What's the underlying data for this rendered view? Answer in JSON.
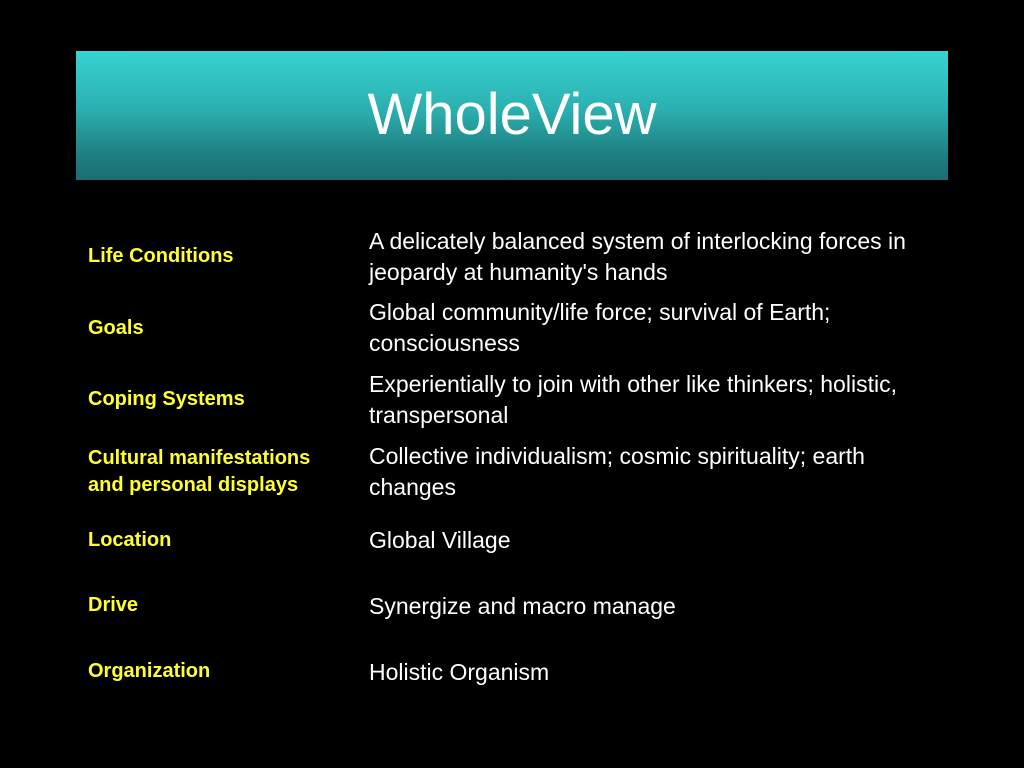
{
  "slide": {
    "title": "WholeView",
    "rows": [
      {
        "label": "Life Conditions",
        "value": "A delicately balanced system of interlocking forces in jeopardy at humanity's hands"
      },
      {
        "label": "Goals",
        "value": "Global community/life force; survival of Earth; consciousness"
      },
      {
        "label": "Coping Systems",
        "value": "Experientially to join with other like thinkers; holistic, transpersonal"
      },
      {
        "label": "Cultural manifestations and personal displays",
        "value": "Collective individualism; cosmic spirituality; earth changes"
      },
      {
        "label": "Location",
        "value": "Global Village"
      },
      {
        "label": "Drive",
        "value": "Synergize and macro manage"
      },
      {
        "label": "Organization",
        "value": "Holistic Organism"
      }
    ]
  },
  "colors": {
    "background": "#000000",
    "label": "#ffff33",
    "value": "#ffffff",
    "banner_top": "#36d3d1",
    "banner_bottom": "#1b6d70"
  }
}
